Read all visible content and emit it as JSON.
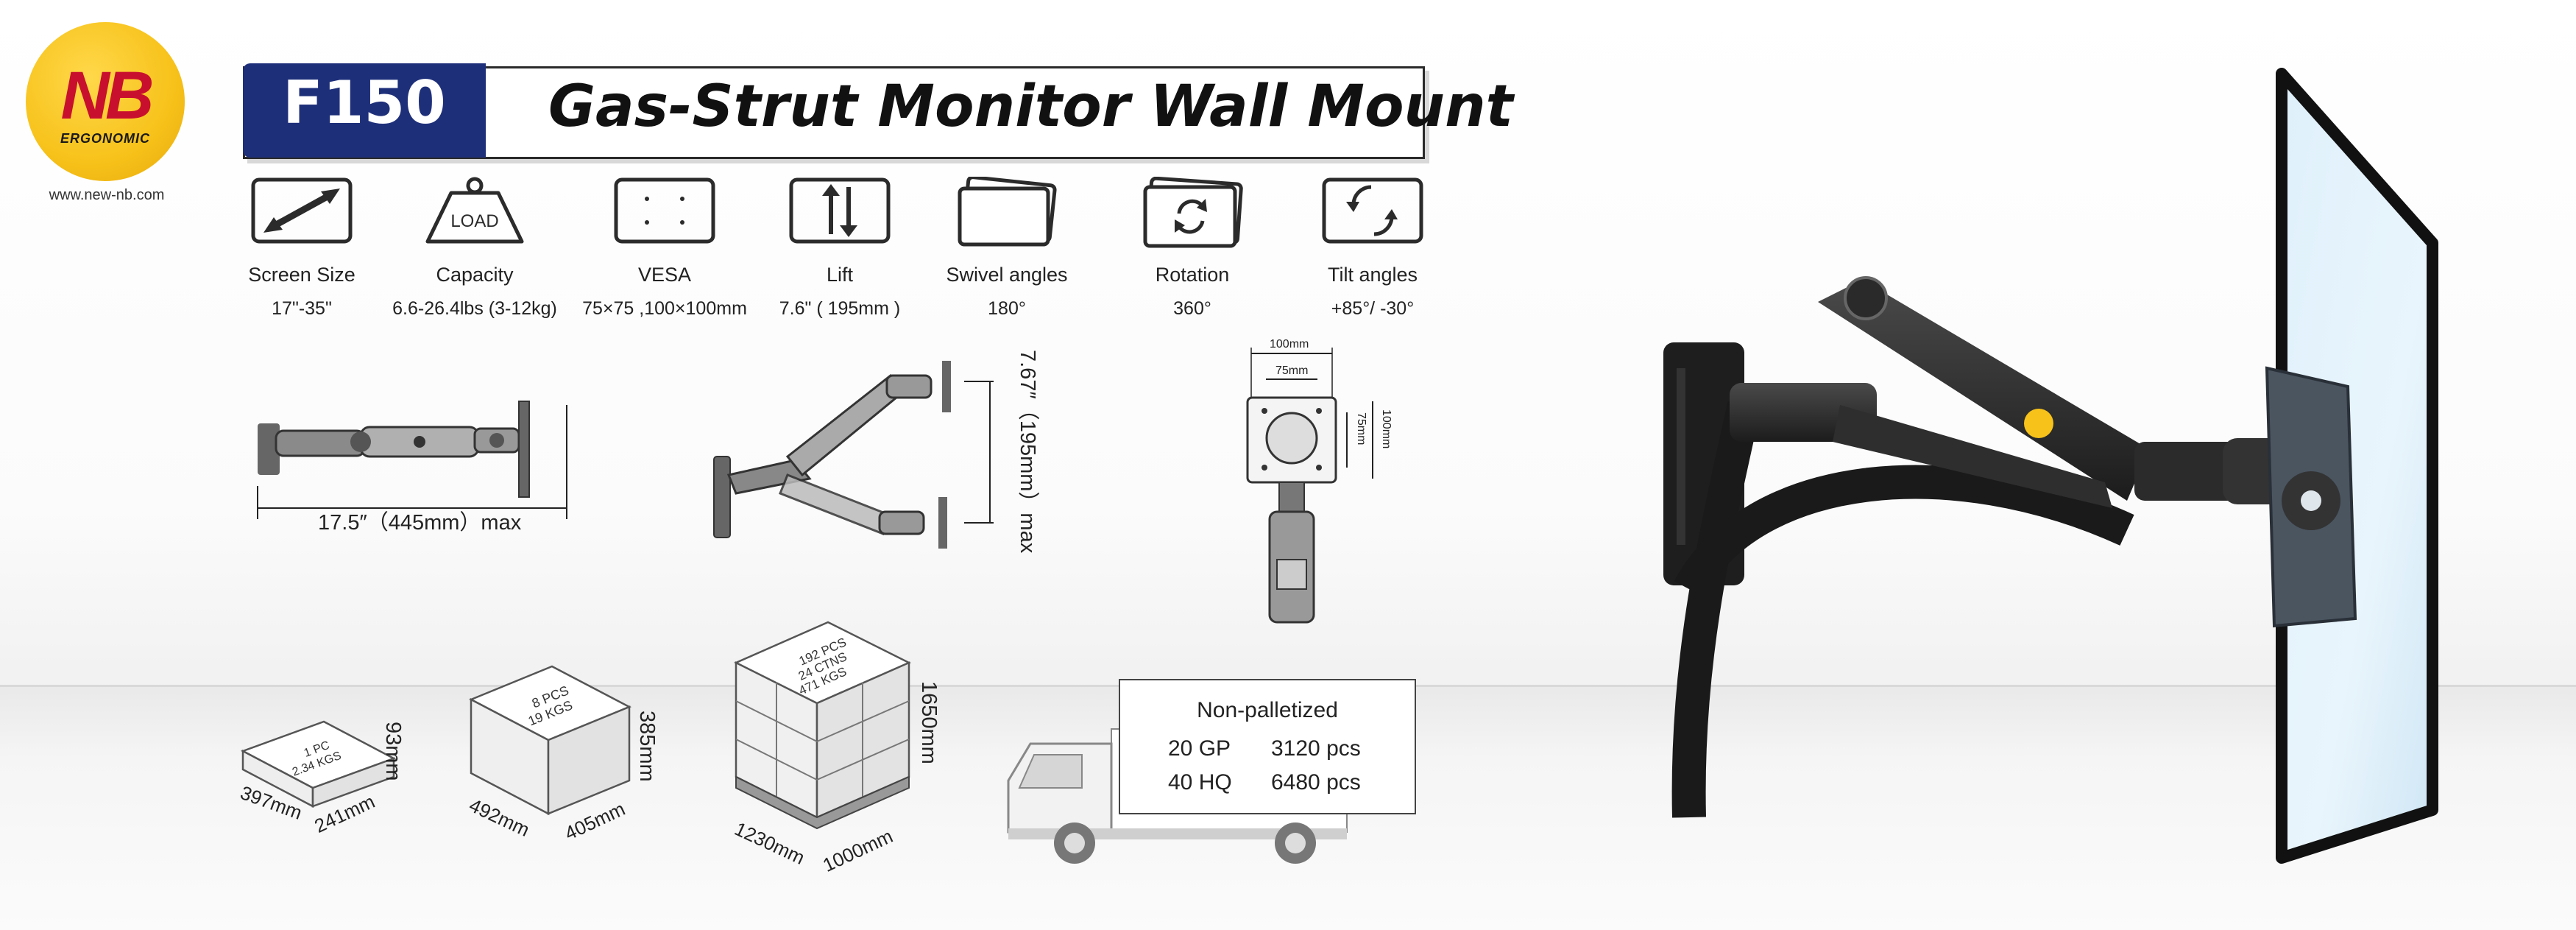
{
  "brand": {
    "logo_text": "NB",
    "logo_subtext": "ERGONOMIC",
    "website": "www.new-nb.com"
  },
  "header": {
    "model": "F150",
    "title": "Gas-Strut Monitor Wall Mount"
  },
  "specs": [
    {
      "icon": "screen-size-icon",
      "label": "Screen Size",
      "value": "17\"-35\""
    },
    {
      "icon": "load-weight-icon",
      "icon_text": "LOAD",
      "label": "Capacity",
      "value": "6.6-26.4lbs (3-12kg)"
    },
    {
      "icon": "vesa-plate-icon",
      "label": "VESA",
      "value": "75×75 ,100×100mm"
    },
    {
      "icon": "lift-arrows-icon",
      "label": "Lift",
      "value": "7.6\" ( 195mm )"
    },
    {
      "icon": "swivel-icon",
      "label": "Swivel angles",
      "value": "180°"
    },
    {
      "icon": "rotation-icon",
      "label": "Rotation",
      "value": "360°"
    },
    {
      "icon": "tilt-icon",
      "label": "Tilt angles",
      "value": "+85°/  -30°"
    }
  ],
  "dimensions": {
    "extension": "17.5″（445mm）max",
    "lift": "7.67″（195mm）max",
    "vesa_top_100": "100mm",
    "vesa_top_75": "75mm",
    "vesa_side_75": "75mm",
    "vesa_side_100": "100mm"
  },
  "packaging": {
    "single": {
      "line1": "1 PC",
      "line2": "2.34 KGS",
      "length": "397mm",
      "width": "241mm",
      "height": "93mm"
    },
    "carton": {
      "line1": "8 PCS",
      "line2": "19 KGS",
      "length": "492mm",
      "width": "405mm",
      "height": "385mm"
    },
    "pallet": {
      "line1": "192 PCS",
      "line2": "24 CTNS",
      "line3": "471 KGS",
      "length": "1230mm",
      "width": "1000mm",
      "height": "1650mm"
    }
  },
  "shipping": {
    "title": "Non-palletized",
    "rows": [
      {
        "container": "20 GP",
        "quantity": "3120 pcs"
      },
      {
        "container": "40 HQ",
        "quantity": "6480 pcs"
      }
    ]
  },
  "colors": {
    "brand_yellow": "#f7c21a",
    "brand_red": "#c8102e",
    "header_navy": "#1e2f7a"
  }
}
